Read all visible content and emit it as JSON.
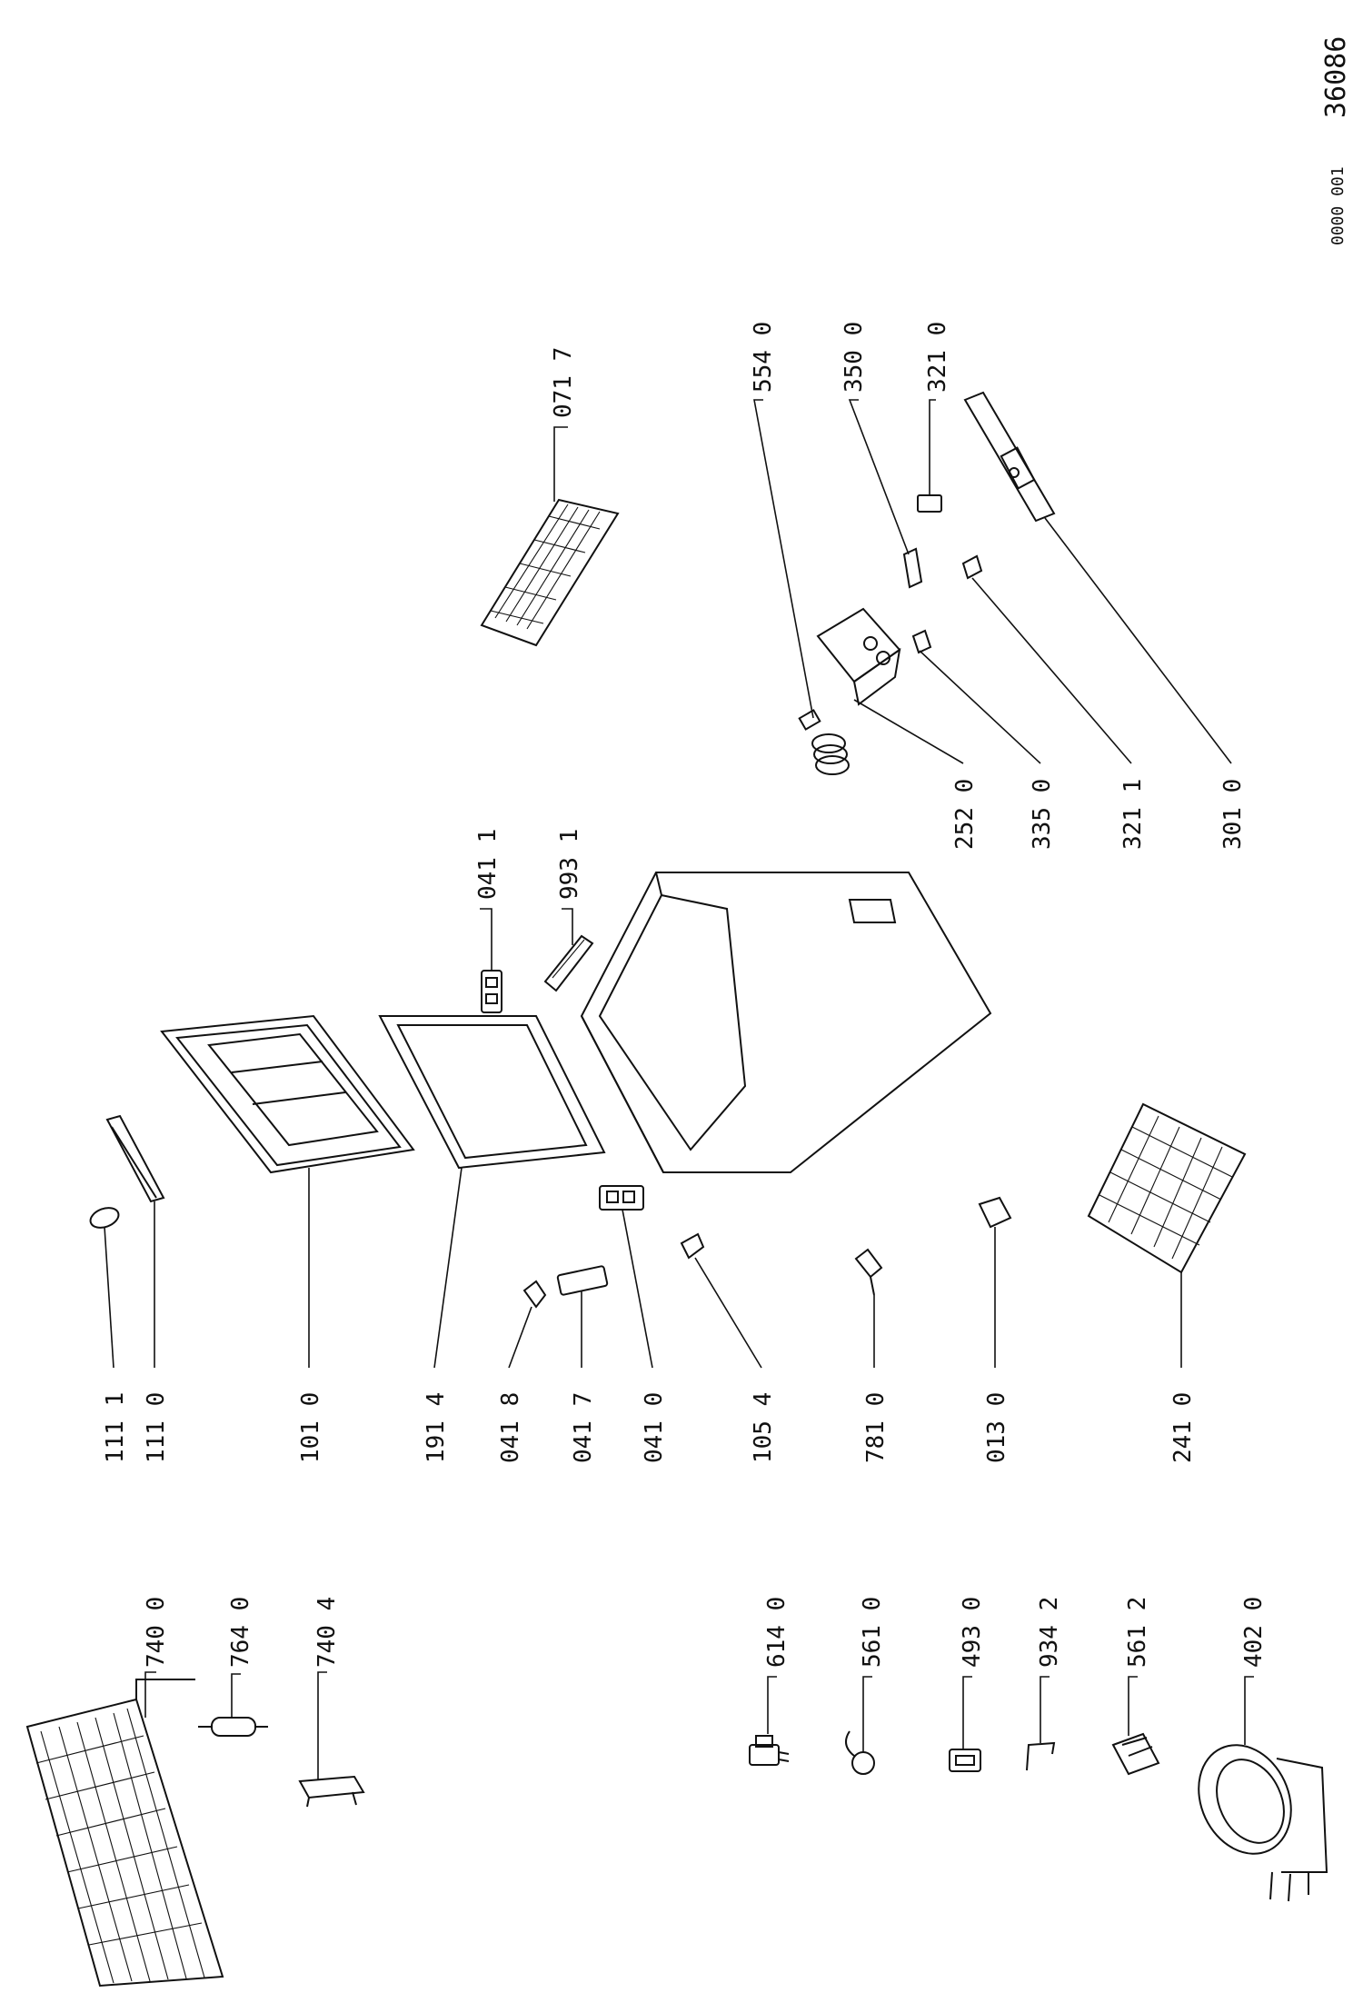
{
  "document": {
    "doc_number_prefix": "0000 001",
    "doc_number": "36086"
  },
  "labels": {
    "p7400": "740 0",
    "p7640": "764 0",
    "p7404": "740 4",
    "p6140": "614 0",
    "p5610": "561 0",
    "p4930": "493 0",
    "p9342": "934 2",
    "p5612": "561 2",
    "p4020": "402 0",
    "p1111": "111 1",
    "p1110": "111 0",
    "p1010": "101 0",
    "p1914": "191 4",
    "p0418": "041 8",
    "p0417": "041 7",
    "p0410": "041 0",
    "p1054": "105 4",
    "p7810": "781 0",
    "p0130": "013 0",
    "p2410": "241 0",
    "p0411": "041 1",
    "p9931": "993 1",
    "p0717": "071 7",
    "p5540": "554 0",
    "p3500": "350 0",
    "p3210": "321 0",
    "p2520": "252 0",
    "p3350": "335 0",
    "p3211": "321 1",
    "p3010": "301 0"
  }
}
